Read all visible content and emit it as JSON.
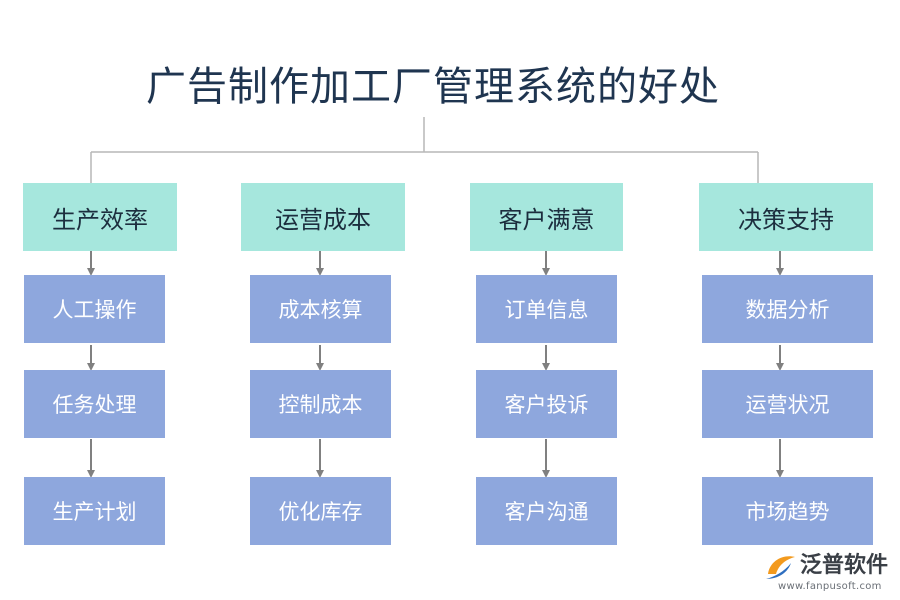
{
  "title": "广告制作加工厂管理系统的好处",
  "columns": [
    {
      "category": "生产效率",
      "items": [
        "人工操作",
        "任务处理",
        "生产计划"
      ]
    },
    {
      "category": "运营成本",
      "items": [
        "成本核算",
        "控制成本",
        "优化库存"
      ]
    },
    {
      "category": "客户满意",
      "items": [
        "订单信息",
        "客户投诉",
        "客户沟通"
      ]
    },
    {
      "category": "决策支持",
      "items": [
        "数据分析",
        "运营状况",
        "市场趋势"
      ]
    }
  ],
  "logo": {
    "brand": "泛普软件",
    "url": "www.fanpusoft.com"
  },
  "colors": {
    "category_fill": "#a6e7dd",
    "item_fill": "#8ea7dd",
    "connector": "#b7b7b7",
    "arrow": "#808080",
    "title": "#1f3550"
  }
}
